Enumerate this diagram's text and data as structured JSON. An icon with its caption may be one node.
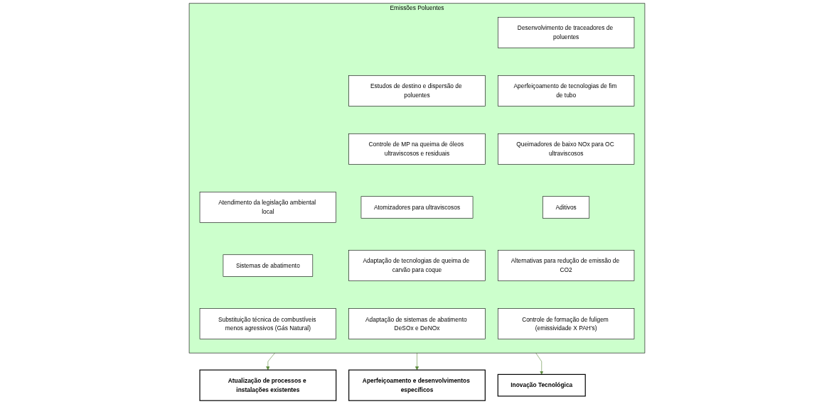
{
  "diagram": {
    "nodes": [
      {
        "text": [
          "Emissões Poluentes"
        ]
      },
      {
        "text": [
          "Atendimento da legislação ambiental local"
        ],
        "in": 0
      },
      {
        "text": [
          "Sistemas de abatimento"
        ],
        "in": 0
      },
      {
        "text": [
          "Substituição técnica de combustíveis menos agressivos (Gás Natural)"
        ],
        "in": 0
      },
      {
        "text": [
          "Estudos de destino e dispersão de poluentes"
        ],
        "in": 0
      },
      {
        "text": [
          "Controle de MP na queima de óleos ultraviscosos e residuais"
        ],
        "in": 0
      },
      {
        "text": [
          "Atomizadores para ultraviscosos"
        ],
        "in": 0
      },
      {
        "text": [
          "Adaptação de tecnologias de queima de carvão para coque"
        ],
        "in": 0
      },
      {
        "text": [
          "Adaptação de sistemas de abatimento DeSOx e DeNOx"
        ],
        "in": 0
      },
      {
        "text": [
          "Desenvolvimento de traceadores de poluentes"
        ],
        "in": 0
      },
      {
        "text": [
          "Aperfeiçoamento de tecnologias de fim de tubo"
        ],
        "in": 0
      },
      {
        "text": [
          "Queimadores de baixo NOx para OC ultraviscosos"
        ],
        "in": 0
      },
      {
        "text": [
          "Aditivos"
        ],
        "in": 0
      },
      {
        "text": [
          "Alternativas para redução de emissão de CO2"
        ],
        "in": 0
      },
      {
        "text": [
          "Controle de formação de fuligem (emissividade X PAH's)"
        ],
        "in": 0
      },
      {
        "text": [
          "Atualização de processos e instalações existentes"
        ]
      },
      {
        "text": [
          "Aperfeiçoamento e desenvolvimentos específicos"
        ]
      },
      {
        "text": [
          "Inovação Tecnológica"
        ]
      }
    ],
    "edges": [
      {
        "from": 0,
        "to": 15,
        "arrow": "to"
      },
      {
        "from": 0,
        "to": 16,
        "arrow": "to"
      },
      {
        "from": 0,
        "to": 17,
        "arrow": "to"
      }
    ]
  }
}
